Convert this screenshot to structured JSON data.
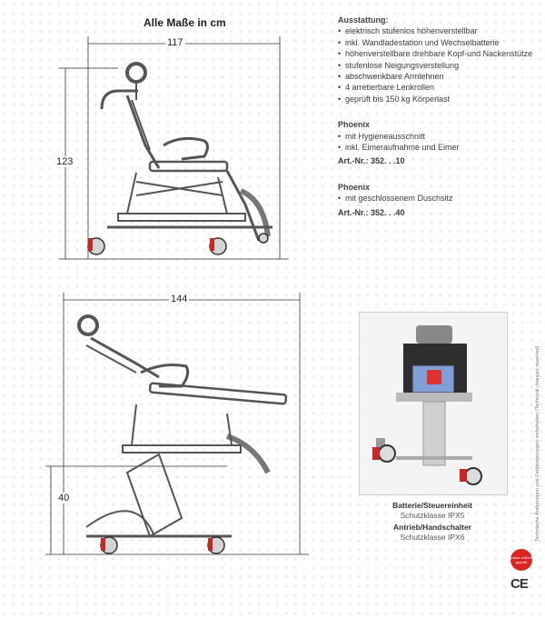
{
  "diagram_top": {
    "title": "Alle Maße in cm",
    "width": "117",
    "height": "123"
  },
  "diagram_bottom": {
    "width": "144",
    "height": "40"
  },
  "features": {
    "heading": "Ausstattung:",
    "items": [
      "elektrisch stufenlos höhenverstellbar",
      "inkl. Wandladestation und Wechselbatterie",
      "höhenverstellbare drehbare Kopf-und Nackenstütze",
      "stufenlose Neigungsverstellung",
      "abschwenkbare Armlehnen",
      "4 arretierbare Lenkrollen",
      "geprüft bis 150 kg Körperlast"
    ]
  },
  "variant_a": {
    "name": "Phoenix",
    "items": [
      "mit Hygieneausschnitt",
      "inkl. Eimeraufnahme und Eimer"
    ],
    "art": "Art.-Nr.: 352. . .10"
  },
  "variant_b": {
    "name": "Phoenix",
    "items": [
      "mit geschlossenem Duschsitz"
    ],
    "art": "Art.-Nr.: 352. . .40"
  },
  "caption": {
    "line1_bold": "Batterie/Steuereinheit",
    "line1": "Schutzklasse IPX5",
    "line2_bold": "Antrieb/Handschalter",
    "line2": "Schutzklasse IPX6"
  },
  "side_note": "Technische Änderungen und Farbänderungen vorbehalten (Technical changes reserved)",
  "badge_text": "passe möbelt geprüft",
  "ce_mark": "CE",
  "colors": {
    "accent_red": "#d22222",
    "frame": "#555555"
  }
}
